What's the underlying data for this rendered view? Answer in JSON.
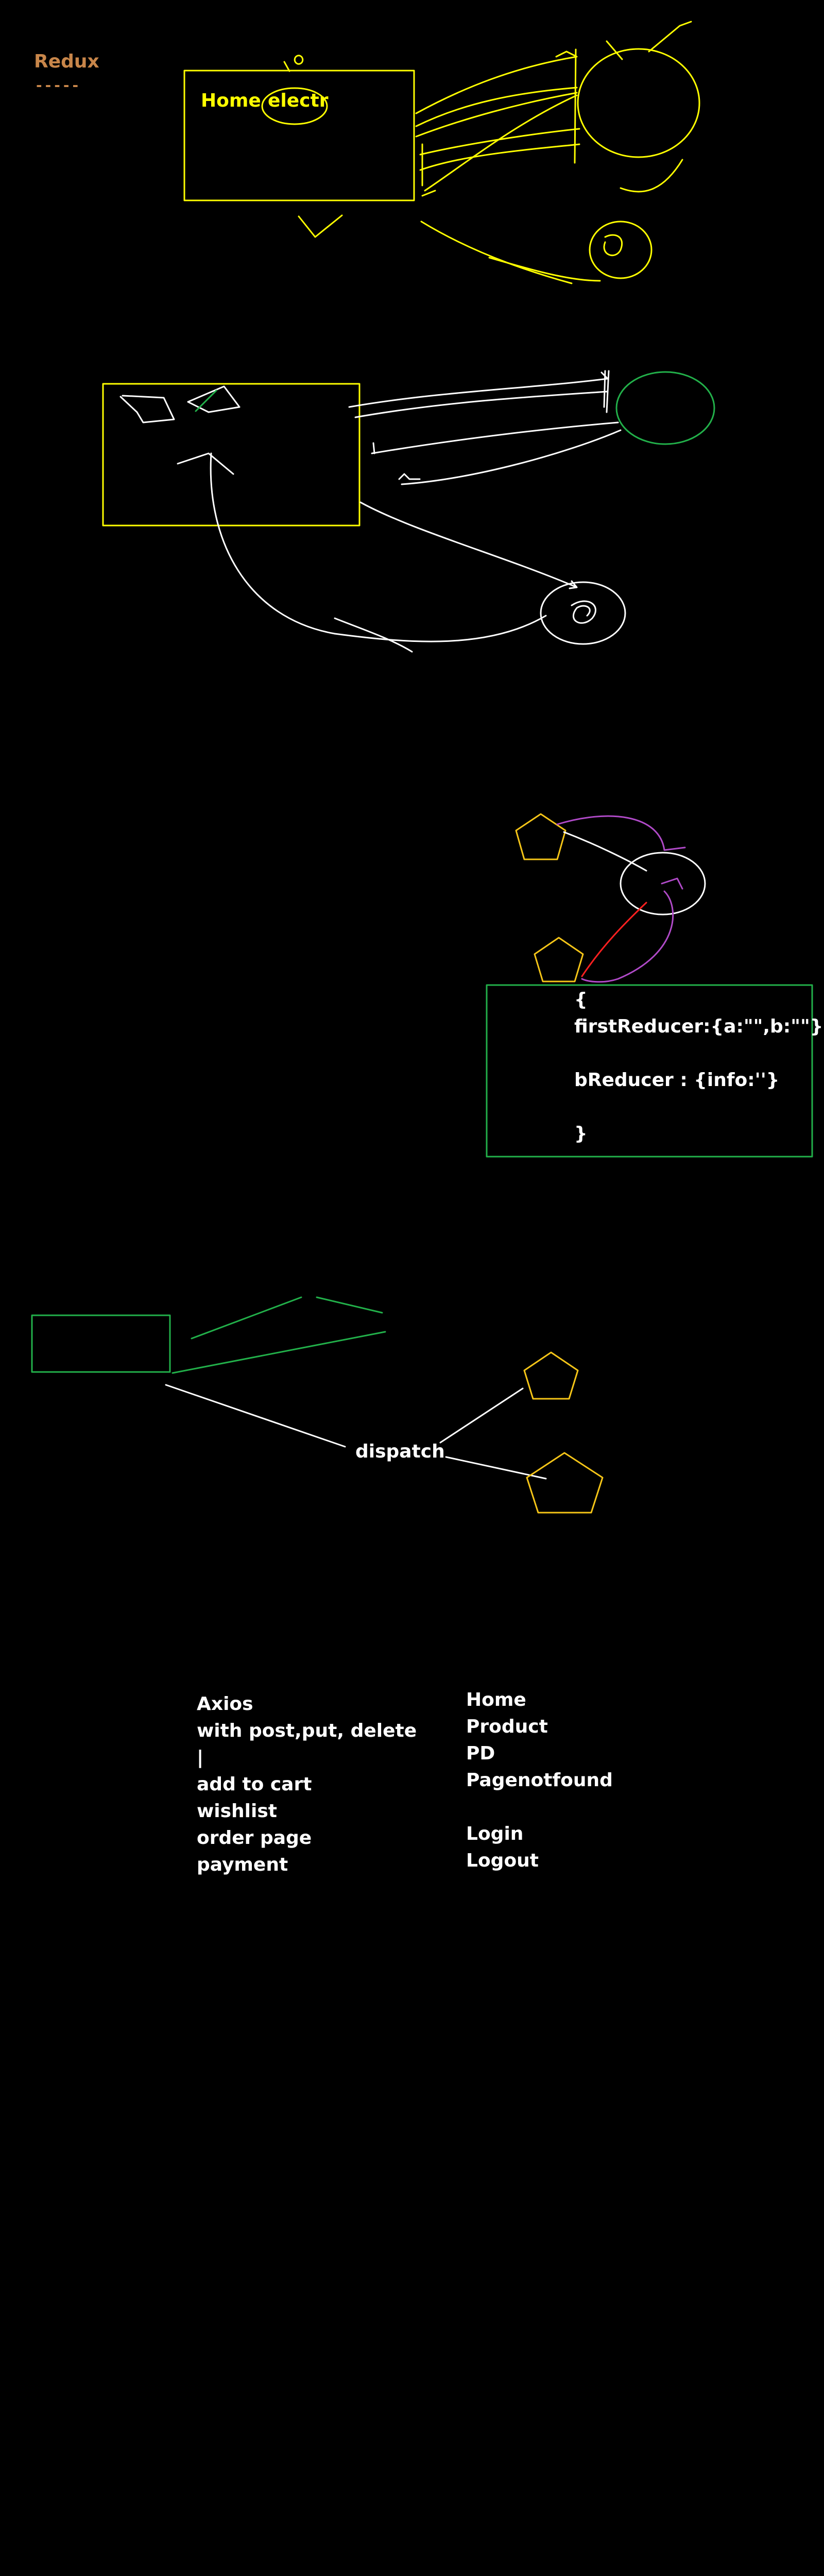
{
  "title": "Redux",
  "title_underline": "-----",
  "sketch1": {
    "labels": [
      "Home",
      "electr"
    ]
  },
  "code_block": {
    "lines": [
      "{",
      "firstReducer:{a:\"\",b:\"\"},",
      "",
      "bReducer : {info:''}",
      "",
      "}"
    ]
  },
  "dispatch_label": "dispatch",
  "notes_left": [
    "Axios",
    "with post,put, delete",
    "|",
    "add to cart",
    "wishlist",
    "order page",
    "payment"
  ],
  "notes_right": [
    "Home",
    "Product",
    "PD",
    "Pagenotfound",
    "",
    "Login",
    "Logout"
  ],
  "colors": {
    "background": "#000000",
    "title": "#c8864a",
    "yellow": "#ffff00",
    "white": "#ffffff",
    "green": "#22b04a",
    "purple": "#b04ac8",
    "red": "#ff2020",
    "orange_yellow": "#f5c518"
  }
}
